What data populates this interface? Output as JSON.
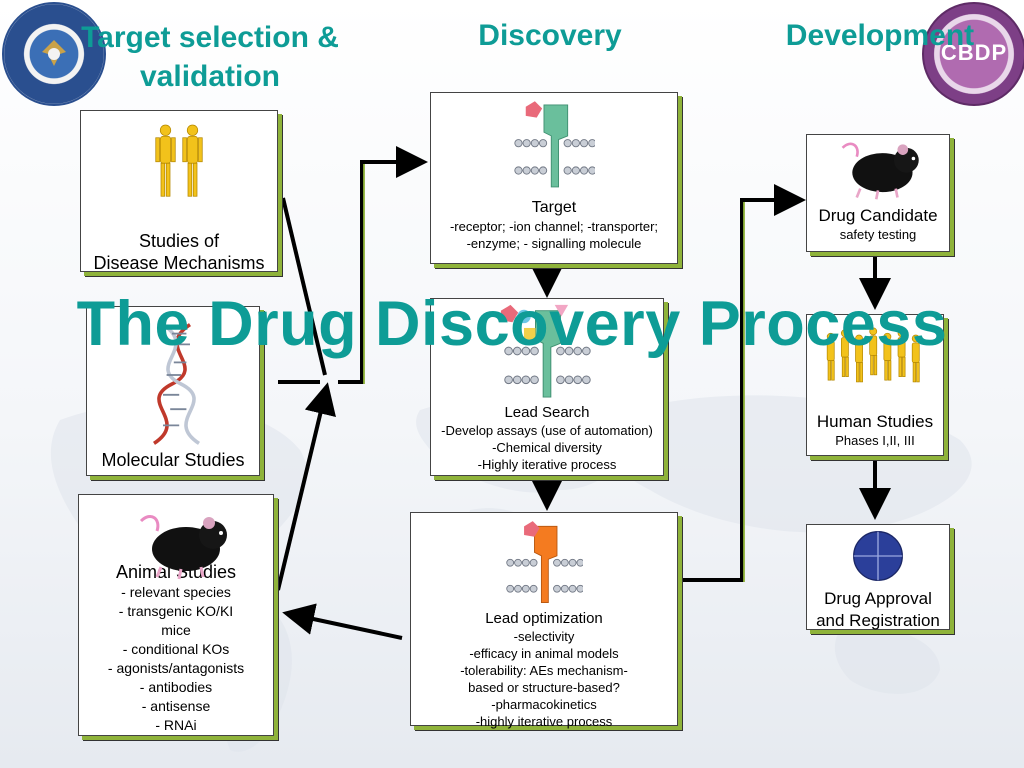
{
  "headers": {
    "target": "Target selection & validation",
    "discovery": "Discovery",
    "development": "Development"
  },
  "slide_title": "The Drug Discovery Process",
  "logos": {
    "left": "seal-dod",
    "right": "seal-cbdp",
    "right_text": "CBDP"
  },
  "boxes": {
    "disease": {
      "title_line1": "Studies of",
      "title_line2": "Disease Mechanisms",
      "icon": "figurines-icon"
    },
    "molecular": {
      "title": "Molecular Studies",
      "icon": "dna-icon"
    },
    "animal": {
      "title": "Animal Studies",
      "icon": "mouse-icon",
      "lines": [
        "- relevant species",
        "- transgenic KO/KI",
        "mice",
        "- conditional KOs",
        "- agonists/antagonists",
        "- antibodies",
        "- antisense",
        "- RNAi"
      ]
    },
    "target": {
      "title": "Target",
      "icon": "receptor-membrane-icon",
      "lines": [
        "-receptor;  -ion channel;  -transporter;",
        "-enzyme;  - signalling molecule"
      ]
    },
    "lead_search": {
      "title": "Lead Search",
      "icon": "receptor-ligands-icon",
      "lines": [
        "-Develop assays (use of automation)",
        "-Chemical diversity",
        "-Highly iterative process"
      ]
    },
    "lead_opt": {
      "title": "Lead optimization",
      "icon": "receptor-orange-icon",
      "lines": [
        "-selectivity",
        "-efficacy in animal models",
        "-tolerability: AEs mechanism-",
        "based or structure-based?",
        "-pharmacokinetics",
        "-highly iterative process"
      ]
    },
    "drug_candidate": {
      "title": "Drug Candidate",
      "subtitle": "safety testing",
      "icon": "mouse-icon"
    },
    "human_studies": {
      "title": "Human Studies",
      "subtitle": "Phases I,II, III",
      "icon": "crowd-icon"
    },
    "approval": {
      "title_line1": "Drug Approval",
      "title_line2": "and Registration",
      "icon": "globe-icon"
    }
  },
  "colors": {
    "teal_title": "#0e9c96",
    "shadow_green": "#8fb33a",
    "receptor_green": "#6abf9c",
    "receptor_orange": "#f47b20",
    "ligand_red": "#e96a7a",
    "globe_blue": "#2b3f9a"
  }
}
